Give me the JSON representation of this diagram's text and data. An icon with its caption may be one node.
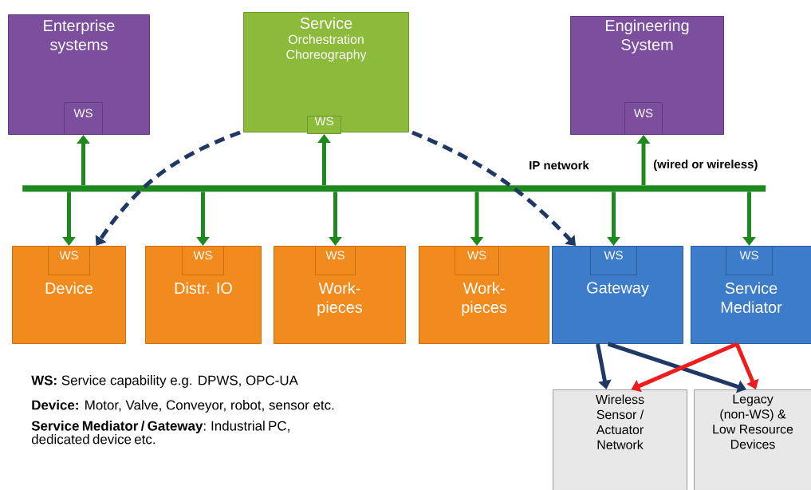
{
  "diagram": {
    "nodes": [
      {
        "text": [
          "Enterprise systems"
        ]
      },
      {
        "text": [
          "WS"
        ],
        "in": 0
      },
      {
        "text": [
          "Service",
          "Orchestration Choreography"
        ]
      },
      {
        "text": [
          "WS"
        ],
        "in": 2
      },
      {
        "text": [
          "Engineering System"
        ]
      },
      {
        "text": [
          "WS"
        ],
        "in": 4
      },
      {
        "text": [],
        "shape": "bar"
      },
      {
        "text": [
          "Device"
        ]
      },
      {
        "text": [
          "WS"
        ],
        "in": 7
      },
      {
        "text": [
          "Distr. IO"
        ]
      },
      {
        "text": [
          "WS"
        ],
        "in": 9
      },
      {
        "text": [
          "Work-pieces"
        ]
      },
      {
        "text": [
          "WS"
        ],
        "in": 11
      },
      {
        "text": [
          "Work-pieces"
        ]
      },
      {
        "text": [
          "WS"
        ],
        "in": 13
      },
      {
        "text": [
          "Gateway"
        ]
      },
      {
        "text": [
          "WS"
        ],
        "in": 15
      },
      {
        "text": [
          "Service Mediator"
        ]
      },
      {
        "text": [
          "WS"
        ],
        "in": 17
      },
      {
        "text": [
          "Wireless Sensor / Actuator Network"
        ]
      },
      {
        "text": [
          "Legacy (non-WS) & Low Resource Devices"
        ]
      }
    ],
    "edges": [
      {
        "from": 6,
        "to": 1,
        "arrow": "to"
      },
      {
        "from": 6,
        "to": 3,
        "arrow": "to"
      },
      {
        "from": 6,
        "to": 5,
        "arrow": "to"
      },
      {
        "from": 6,
        "to": 8,
        "arrow": "to"
      },
      {
        "from": 6,
        "to": 10,
        "arrow": "to"
      },
      {
        "from": 6,
        "to": 12,
        "arrow": "to"
      },
      {
        "from": 6,
        "to": 14,
        "arrow": "to"
      },
      {
        "from": 6,
        "to": 16,
        "arrow": "to"
      },
      {
        "from": 6,
        "to": 18,
        "arrow": "to"
      },
      {
        "from": 2,
        "to": 7,
        "arrow": "to",
        "style": "dashed",
        "color": "#1f3864"
      },
      {
        "from": 2,
        "to": 15,
        "arrow": "to",
        "style": "dashed",
        "color": "#1f3864"
      },
      {
        "from": 15,
        "to": 19,
        "arrow": "to",
        "color": "#1f3864"
      },
      {
        "from": 15,
        "to": 20,
        "arrow": "to",
        "color": "#1f3864"
      },
      {
        "from": 17,
        "to": 19,
        "arrow": "to",
        "color": "#ee1c1c"
      },
      {
        "from": 17,
        "to": 20,
        "arrow": "to",
        "color": "#ee1c1c"
      }
    ],
    "labels": [
      "IP network",
      "(wired or wireless)",
      "**WS:** Service  capability e.g. DPWS, OPC-UA",
      "**Device:** Motor, Valve, Conveyor, robot, sensor etc.",
      "**Service Mediator / Gateway**: Industrial PC, dedicated device etc."
    ]
  }
}
